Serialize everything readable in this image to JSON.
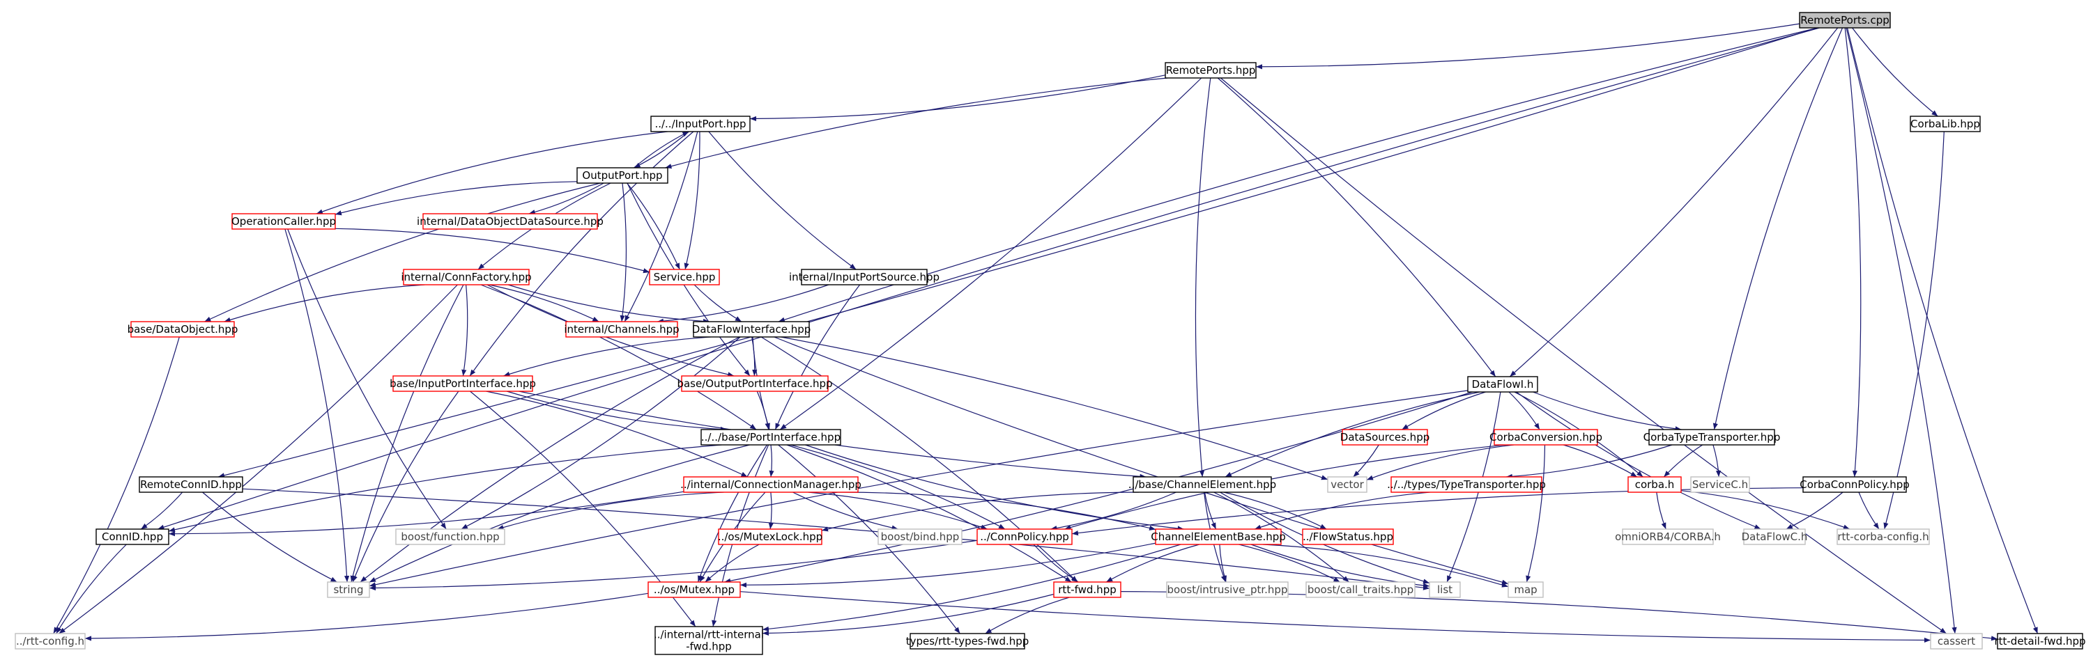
{
  "title": "RemotePorts.cpp",
  "colors": {
    "edge": "#191970",
    "box_normal": "#000000",
    "box_incomplete": "#ff0000",
    "box_external": "#bfbfbf",
    "root_fill": "#bfbfbf",
    "text": "#000000",
    "text_external": "#444444"
  },
  "nodes": [
    {
      "id": "n0",
      "label": "RemotePorts.cpp",
      "kind": "root"
    },
    {
      "id": "n1",
      "label": "RemotePorts.hpp",
      "kind": "normal"
    },
    {
      "id": "n2",
      "label": "../../InputPort.hpp",
      "kind": "normal"
    },
    {
      "id": "n3",
      "label": "OutputPort.hpp",
      "kind": "normal"
    },
    {
      "id": "n4",
      "label": "OperationCaller.hpp",
      "kind": "incomplete"
    },
    {
      "id": "n5",
      "label": "internal/DataObjectDataSource.hpp",
      "kind": "incomplete"
    },
    {
      "id": "n6",
      "label": "internal/ConnFactory.hpp",
      "kind": "incomplete"
    },
    {
      "id": "n7",
      "label": "Service.hpp",
      "kind": "incomplete"
    },
    {
      "id": "n8",
      "label": "internal/InputPortSource.hpp",
      "kind": "normal"
    },
    {
      "id": "n9",
      "label": "base/DataObject.hpp",
      "kind": "incomplete"
    },
    {
      "id": "n10",
      "label": "internal/Channels.hpp",
      "kind": "incomplete"
    },
    {
      "id": "n11",
      "label": "DataFlowInterface.hpp",
      "kind": "normal"
    },
    {
      "id": "n12",
      "label": "base/InputPortInterface.hpp",
      "kind": "incomplete"
    },
    {
      "id": "n13",
      "label": "base/OutputPortInterface.hpp",
      "kind": "incomplete"
    },
    {
      "id": "n14",
      "label": "../../base/PortInterface.hpp",
      "kind": "normal"
    },
    {
      "id": "n15",
      "label": "RemoteConnID.hpp",
      "kind": "normal"
    },
    {
      "id": "n16",
      "label": "ConnID.hpp",
      "kind": "normal"
    },
    {
      "id": "n17",
      "label": "../internal/ConnectionManager.hpp",
      "kind": "incomplete"
    },
    {
      "id": "n18",
      "label": "boost/function.hpp",
      "kind": "external"
    },
    {
      "id": "n19",
      "label": "string",
      "kind": "external"
    },
    {
      "id": "n20",
      "label": "../os/MutexLock.hpp",
      "kind": "incomplete"
    },
    {
      "id": "n21",
      "label": "boost/bind.hpp",
      "kind": "external"
    },
    {
      "id": "n22",
      "label": "../ConnPolicy.hpp",
      "kind": "incomplete"
    },
    {
      "id": "n23",
      "label": "../os/Mutex.hpp",
      "kind": "incomplete"
    },
    {
      "id": "n24",
      "label": "rtt-fwd.hpp",
      "kind": "incomplete"
    },
    {
      "id": "n25",
      "label": "../internal/rtt-internal\n-fwd.hpp",
      "kind": "normal"
    },
    {
      "id": "n26",
      "label": "types/rtt-types-fwd.hpp",
      "kind": "normal"
    },
    {
      "id": "n27",
      "label": "../rtt-config.h",
      "kind": "external"
    },
    {
      "id": "n28",
      "label": "../base/ChannelElement.hpp",
      "kind": "normal"
    },
    {
      "id": "n29",
      "label": "ChannelElementBase.hpp",
      "kind": "incomplete"
    },
    {
      "id": "n30",
      "label": "../FlowStatus.hpp",
      "kind": "incomplete"
    },
    {
      "id": "n31",
      "label": "boost/intrusive_ptr.hpp",
      "kind": "external"
    },
    {
      "id": "n32",
      "label": "boost/call_traits.hpp",
      "kind": "external"
    },
    {
      "id": "n33",
      "label": "list",
      "kind": "external"
    },
    {
      "id": "n34",
      "label": "map",
      "kind": "external"
    },
    {
      "id": "n35",
      "label": "DataFlowI.h",
      "kind": "normal"
    },
    {
      "id": "n36",
      "label": "DataSources.hpp",
      "kind": "incomplete"
    },
    {
      "id": "n37",
      "label": "CorbaConversion.hpp",
      "kind": "incomplete"
    },
    {
      "id": "n38",
      "label": "vector",
      "kind": "external"
    },
    {
      "id": "n39",
      "label": "../../types/TypeTransporter.hpp",
      "kind": "incomplete"
    },
    {
      "id": "n40",
      "label": "CorbaTypeTransporter.hpp",
      "kind": "normal"
    },
    {
      "id": "n41",
      "label": "corba.h",
      "kind": "incomplete"
    },
    {
      "id": "n42",
      "label": "ServiceC.h",
      "kind": "external"
    },
    {
      "id": "n43",
      "label": "omniORB4/CORBA.h",
      "kind": "external"
    },
    {
      "id": "n44",
      "label": "DataFlowC.h",
      "kind": "external"
    },
    {
      "id": "n45",
      "label": "CorbaConnPolicy.hpp",
      "kind": "normal"
    },
    {
      "id": "n46",
      "label": "rtt-corba-config.h",
      "kind": "external"
    },
    {
      "id": "n47",
      "label": "CorbaLib.hpp",
      "kind": "normal"
    },
    {
      "id": "n48",
      "label": "cassert",
      "kind": "external"
    },
    {
      "id": "n49",
      "label": "rtt-detail-fwd.hpp",
      "kind": "normal"
    }
  ]
}
